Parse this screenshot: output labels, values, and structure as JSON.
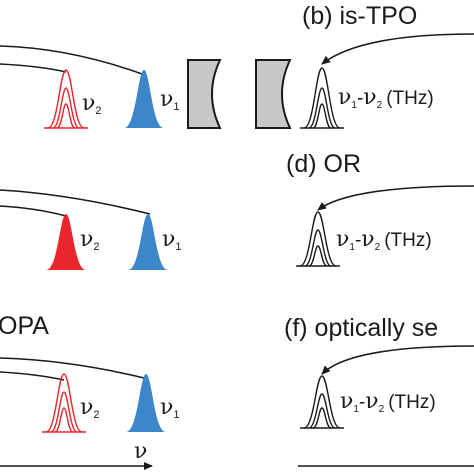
{
  "panels": {
    "b": {
      "title": "(b) is-TPO"
    },
    "d": {
      "title": "(d) OR"
    },
    "e": {
      "title": "OPA"
    },
    "f": {
      "title": "(f) optically se"
    }
  },
  "labels": {
    "nu": "ν",
    "sub1": "1",
    "sub2": "2",
    "dash": "-",
    "thz": "(THz)",
    "axis": "ν"
  },
  "colors": {
    "red": "#e8262b",
    "blue": "#3b87c9",
    "mirror": "#c8c8c8",
    "ink": "#1a1a1a"
  }
}
